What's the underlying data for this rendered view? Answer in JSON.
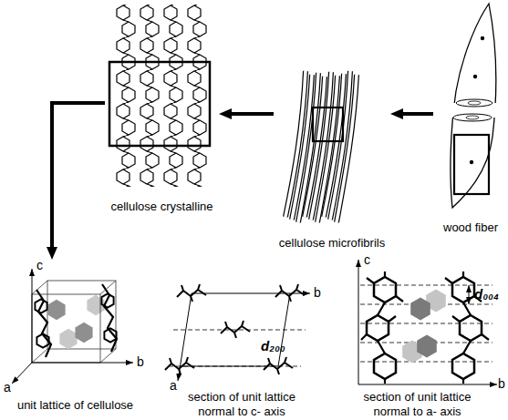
{
  "diagram": {
    "nodes": [
      {
        "text": [
          "cellulose crystalline"
        ]
      },
      {
        "text": [
          "cellulose microfibrils"
        ]
      },
      {
        "text": [
          "wood fiber"
        ]
      },
      {
        "text": [
          "unit lattice of cellulose"
        ]
      },
      {
        "text": [
          "section of unit lattice normal to c- axis"
        ]
      },
      {
        "text": [
          "section of unit lattice normal to a- axis"
        ]
      }
    ],
    "edges": [
      {
        "from": 2,
        "to": 1,
        "arrow": "to"
      },
      {
        "from": 1,
        "to": 0,
        "arrow": "to"
      },
      {
        "from": 0,
        "to": 3,
        "arrow": "to"
      }
    ],
    "labels": [
      "c",
      "b",
      "a",
      "b",
      "a",
      "d₂₀₀",
      "c",
      "b",
      "d₀₀₄"
    ]
  }
}
